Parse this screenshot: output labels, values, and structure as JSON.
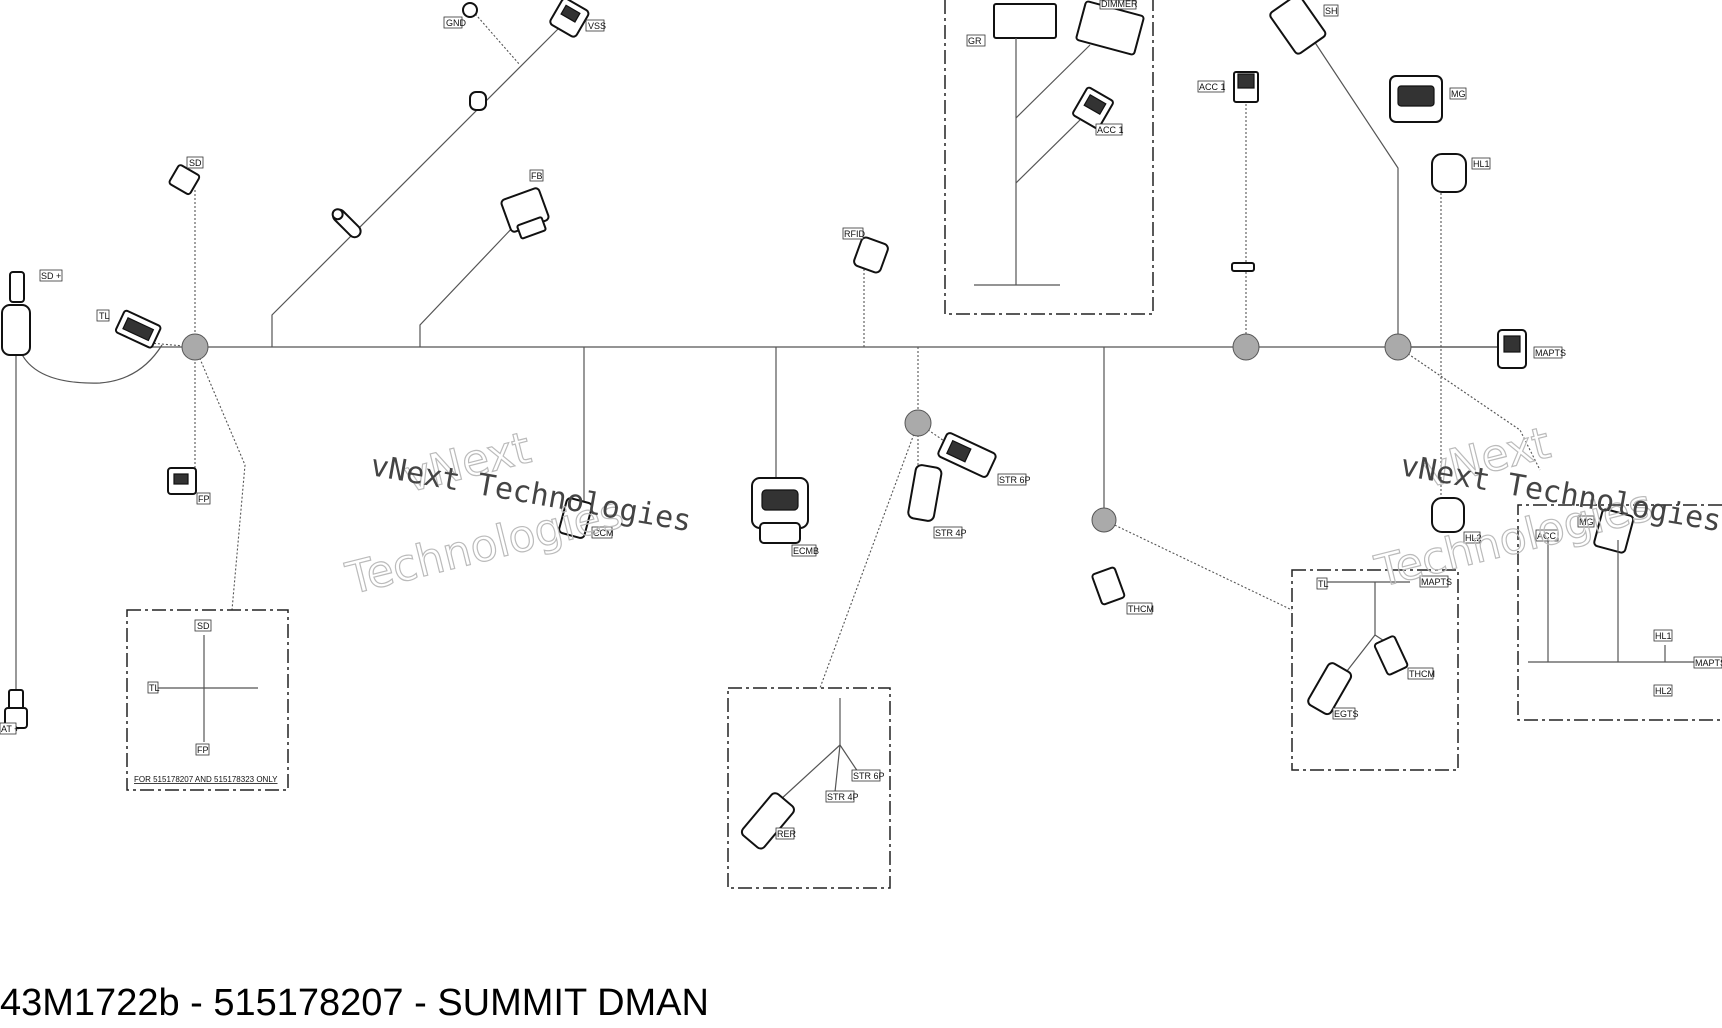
{
  "footer": {
    "title": "43M1722b - 515178207 - SUMMIT DMAN"
  },
  "watermark": {
    "line1": "vNext Technologies",
    "line2": "vNext",
    "line3": "Technologies"
  },
  "labels": {
    "gnd": "GND",
    "vss": "VSS",
    "sd": "SD",
    "sd_plus": "SD +",
    "tl": "TL",
    "fp": "FP",
    "fb": "FB",
    "rfid": "RFID",
    "ccm": "CCM",
    "ecmb": "ECMB",
    "str6p": "STR 6P",
    "str4p": "STR 4P",
    "thcm": "THCM",
    "gr": "GR",
    "dimmer": "DIMMER",
    "acc1": "ACC 1",
    "acc1_top": "ACC 1",
    "sh": "SH",
    "mg": "MG",
    "hl1": "HL1",
    "mapts": "MAPTS",
    "hl2": "HL2",
    "bat_plus": "AT +",
    "acc": "ACC",
    "mg2": "MG"
  },
  "inset_sd": {
    "sd": "SD",
    "tl": "TL",
    "fp": "FP",
    "note": "FOR 515178207 AND 515178323 ONLY"
  },
  "inset_rer": {
    "str6p": "STR 6P",
    "str4p": "STR 4P",
    "rer": "RER"
  },
  "inset_egts": {
    "tl": "TL",
    "mapts": "MAPTS",
    "thcm": "THCM",
    "egts": "EGTS"
  },
  "inset_acc": {
    "acc": "ACC",
    "hl1": "HL1",
    "mapts": "MAPTS",
    "hl2": "HL2"
  }
}
